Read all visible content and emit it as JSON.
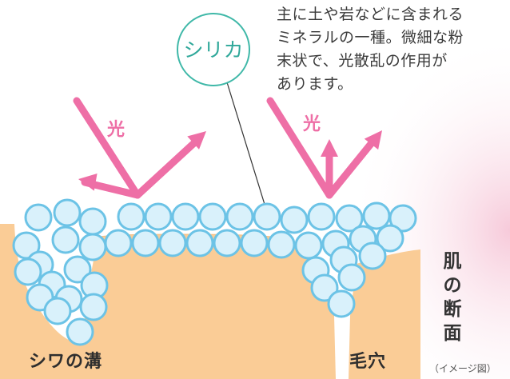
{
  "description_lines": [
    "主に土や岩などに含まれる",
    "ミネラルの一種。微細な粉",
    "末状で、光散乱の作用が",
    "あります。"
  ],
  "silica_label": "シリカ",
  "light_label": "光",
  "skin_label_chars": [
    "肌",
    "の",
    "断",
    "面"
  ],
  "wrinkle_label": "シワの溝",
  "pore_label": "毛穴",
  "caption": "（イメージ図）",
  "colors": {
    "skin": "#FACC96",
    "particle_fill": "#D9F1FB",
    "particle_stroke": "#6CC3E6",
    "arrow": "#EE6FA6",
    "silica_circle": "#3FB8A8",
    "pink_glow": "#F6C7D8"
  }
}
